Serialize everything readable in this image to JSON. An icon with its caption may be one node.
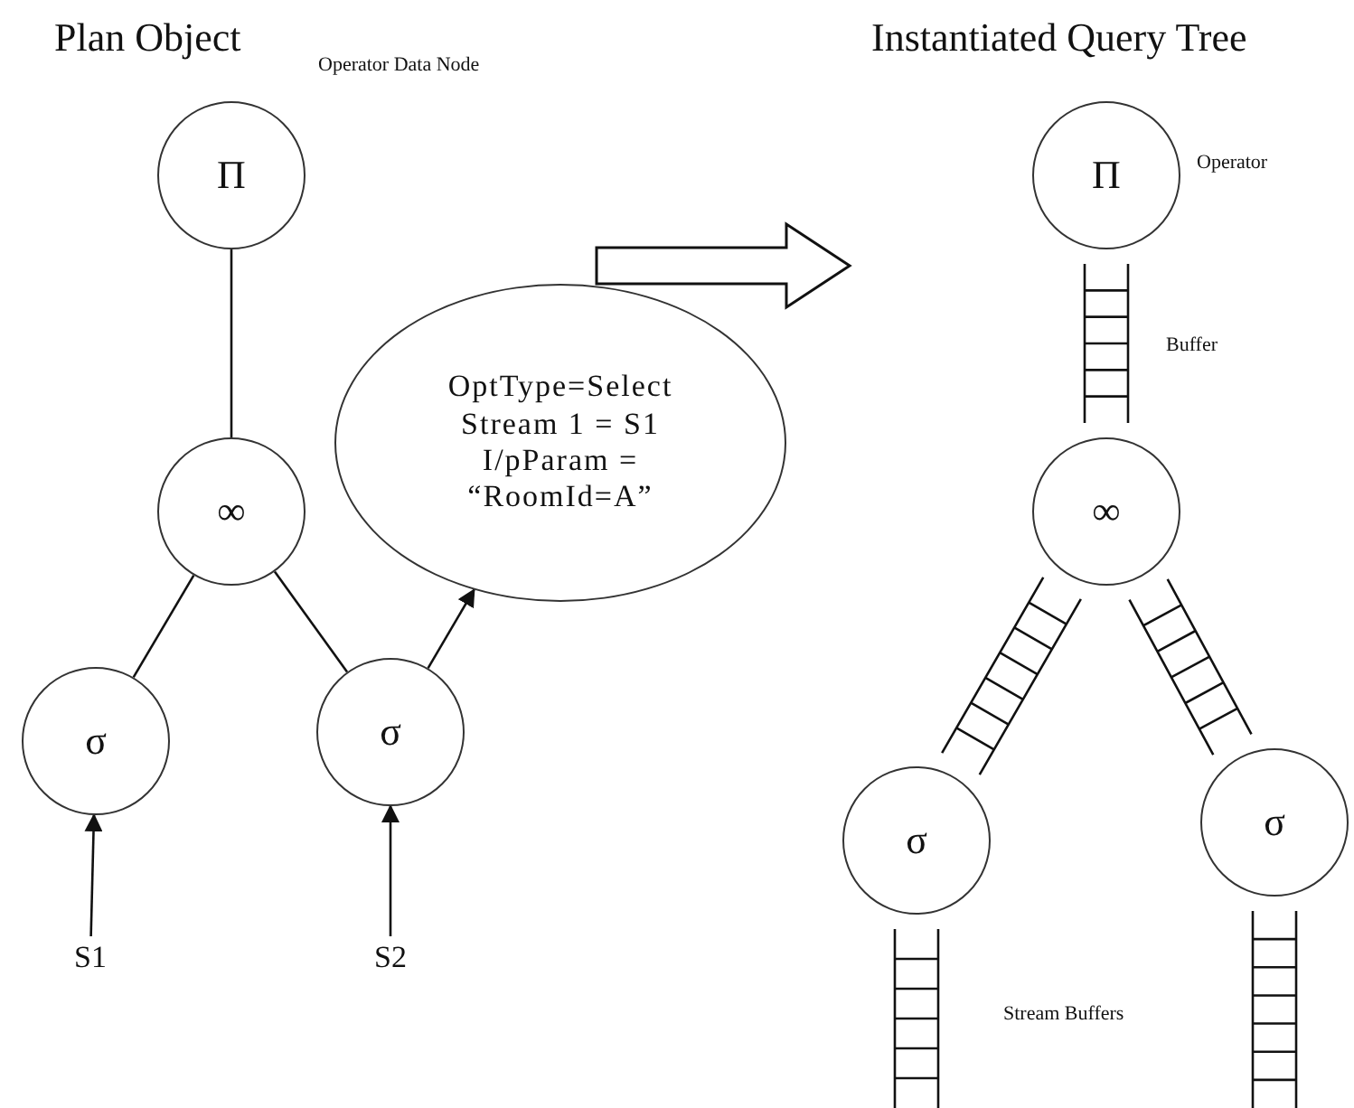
{
  "diagram": {
    "nodes": [
      {
        "text": [
          "Π"
        ],
        "beside": [
          "Operator Data Node"
        ]
      },
      {
        "text": [
          "∞"
        ]
      },
      {
        "text": [
          "σ"
        ]
      },
      {
        "text": [
          "σ"
        ]
      },
      {
        "text": [
          "S1"
        ]
      },
      {
        "text": [
          "S2"
        ]
      },
      {
        "text": [
          "OptType=Select",
          "Stream 1 = S1",
          "I/pParam = “RoomId=A”"
        ]
      },
      {
        "text": [
          "Π"
        ],
        "beside": [
          "Operator"
        ]
      },
      {
        "text": [
          "∞"
        ]
      },
      {
        "text": [
          "σ"
        ]
      },
      {
        "text": [
          "σ"
        ]
      }
    ],
    "edges": [
      {
        "from": 0,
        "to": 1,
        "arrow": "none"
      },
      {
        "from": 1,
        "to": 2,
        "arrow": "none"
      },
      {
        "from": 1,
        "to": 3,
        "arrow": "none"
      },
      {
        "from": 4,
        "to": 2,
        "arrow": "to"
      },
      {
        "from": 5,
        "to": 3,
        "arrow": "to"
      },
      {
        "from": 3,
        "to": 6,
        "arrow": "to"
      },
      {
        "from": 7,
        "to": 8,
        "arrow": "none"
      },
      {
        "from": 8,
        "to": 9,
        "arrow": "none"
      },
      {
        "from": 8,
        "to": 10,
        "arrow": "none"
      },
      {
        "from": null,
        "to": 9,
        "arrow": "none"
      },
      {
        "from": null,
        "to": 10,
        "arrow": "none"
      }
    ],
    "labels": [
      "Plan Object",
      "Instantiated Query Tree",
      "Buffer",
      "Stream Buffers"
    ]
  }
}
